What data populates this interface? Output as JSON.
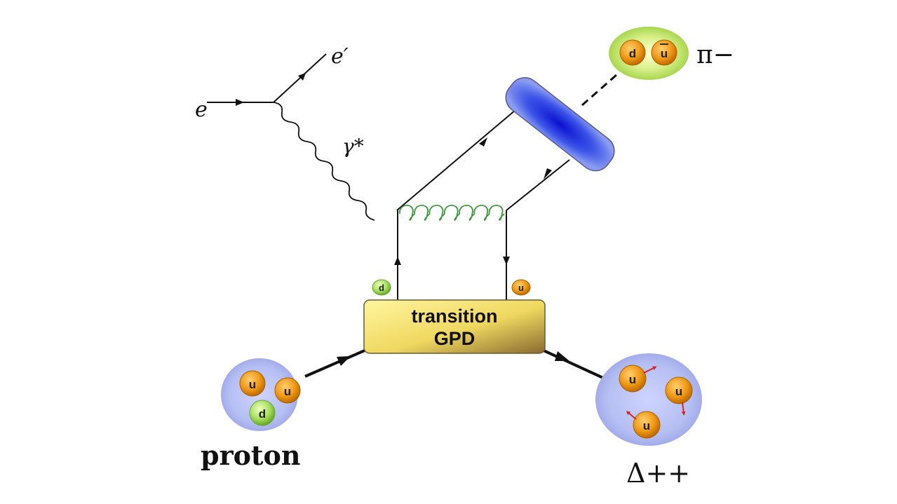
{
  "labels": {
    "e_in": "e",
    "e_out": "e′",
    "photon": "γ*",
    "pion": "π−",
    "gpd_line1": "transition",
    "gpd_line2": "GPD",
    "proton": "proton",
    "delta": "Δ++"
  },
  "quarks": {
    "pion_q1": "d",
    "pion_q2": "u",
    "left_leg": "d",
    "right_leg": "u",
    "proton_q1": "u",
    "proton_q2": "u",
    "proton_q3": "d",
    "delta_q1": "u",
    "delta_q2": "u",
    "delta_q3": "u"
  },
  "colors": {
    "quark_orange": "#f0a020",
    "quark_green": "#a8e060",
    "gluon_green": "#3a9a3a",
    "meson_blue": "#2233cc",
    "gpd_yellow": "#f2e070",
    "blob_blue": "#b8c0f0",
    "spin_arrow": "#dd2222"
  }
}
